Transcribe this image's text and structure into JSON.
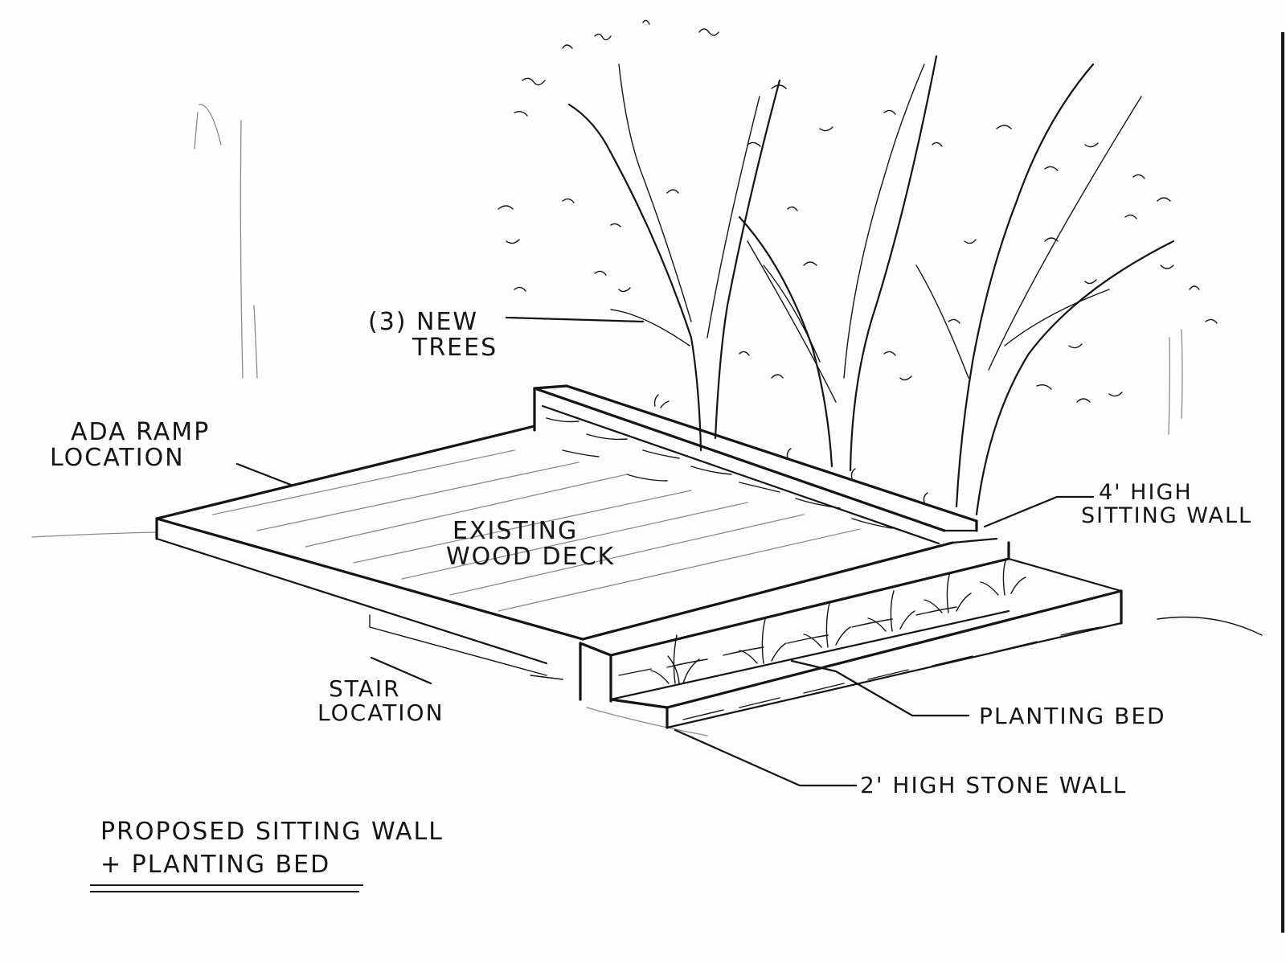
{
  "labels": {
    "ada_ramp": [
      "ADA RAMP",
      "LOCATION"
    ],
    "new_trees": [
      "(3) NEW",
      "TREES"
    ],
    "existing_deck": [
      "EXISTING",
      "WOOD DECK"
    ],
    "sitting_wall": [
      "4' HIGH",
      "SITTING WALL"
    ],
    "stair": [
      "STAIR",
      "LOCATION"
    ],
    "planting_bed": "PLANTING BED",
    "stone_wall": "2' HIGH STONE WALL"
  },
  "title": [
    "PROPOSED SITTING WALL",
    "+ PLANTING BED"
  ]
}
